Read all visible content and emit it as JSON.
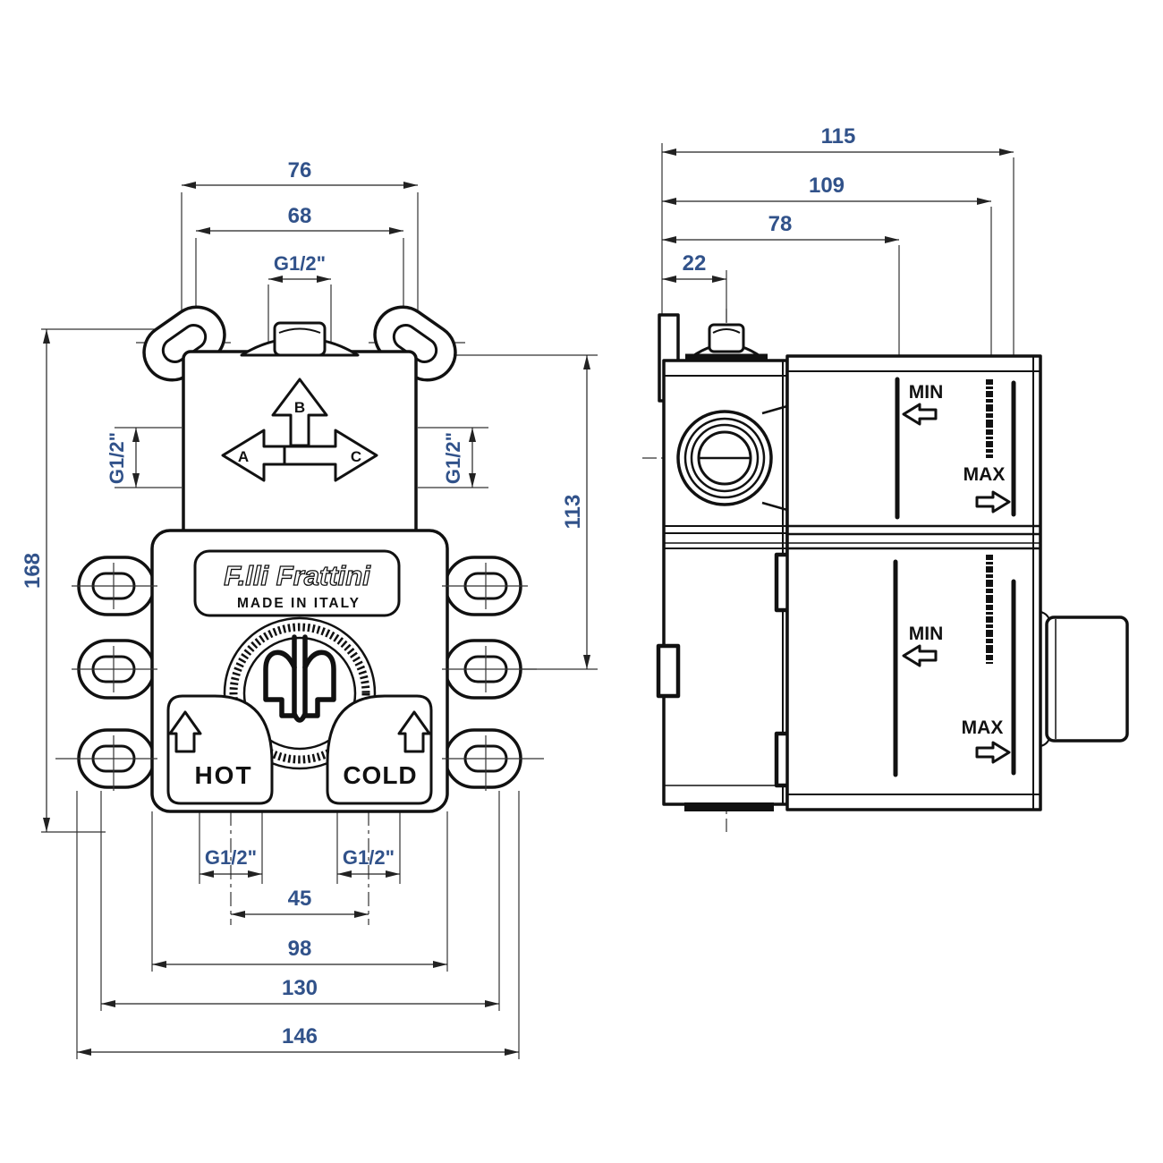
{
  "drawing": {
    "front_view": {
      "dim_76": "76",
      "dim_68": "68",
      "dim_g12_top": "G1/2\"",
      "dim_g12_left": "G1/2\"",
      "dim_g12_right": "G1/2\"",
      "dim_168": "168",
      "dim_113": "113",
      "dim_g12_hot": "G1/2\"",
      "dim_g12_cold": "G1/2\"",
      "dim_45": "45",
      "dim_98": "98",
      "dim_130": "130",
      "dim_146": "146",
      "arrow_a": "A",
      "arrow_b": "B",
      "arrow_c": "C",
      "brand": "F.lli Frattini",
      "made_in": "MADE IN ITALY",
      "hot_label": "HOT",
      "cold_label": "COLD"
    },
    "side_view": {
      "dim_115": "115",
      "dim_109": "109",
      "dim_78": "78",
      "dim_22": "22",
      "min_top": "MIN",
      "max_top": "MAX",
      "min_bottom": "MIN",
      "max_bottom": "MAX"
    },
    "colors": {
      "line": "#111111",
      "dim_text": "#31528a",
      "background": "#ffffff"
    }
  }
}
